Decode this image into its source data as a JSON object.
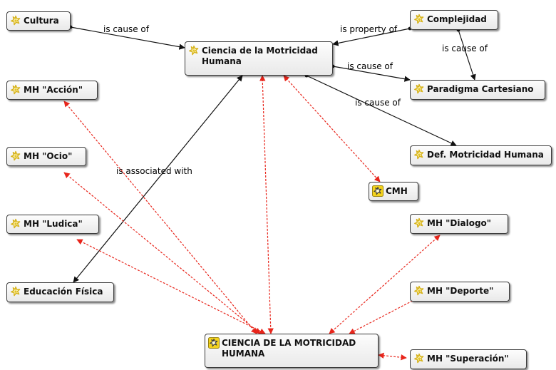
{
  "colors": {
    "association_edge": "#111111",
    "bidirectional_edge": "#e8251b",
    "node_border": "#3a3a3a",
    "icon_color": "#e3c52c",
    "quotation_icon_fill": "#f3d21c"
  },
  "nodes": {
    "cultura": {
      "label": "Cultura",
      "icon": "code-icon"
    },
    "complejidad": {
      "label": "Complejidad",
      "icon": "code-icon"
    },
    "ciencia": {
      "label": "Ciencia de la Motricidad Humana",
      "icon": "code-icon"
    },
    "accion": {
      "label": "MH \"Acción\"",
      "icon": "code-icon"
    },
    "paradigma": {
      "label": "Paradigma Cartesiano",
      "icon": "code-icon"
    },
    "ocio": {
      "label": "MH \"Ocio\"",
      "icon": "code-icon"
    },
    "def": {
      "label": "Def. Motricidad Humana",
      "icon": "code-icon"
    },
    "cmh": {
      "label": "CMH",
      "icon": "code-highlight-icon"
    },
    "ludica": {
      "label": "MH \"Ludica\"",
      "icon": "code-icon"
    },
    "dialogo": {
      "label": "MH \"Dialogo\"",
      "icon": "code-icon"
    },
    "educacion": {
      "label": "Educación Física",
      "icon": "code-icon"
    },
    "deporte": {
      "label": "MH \"Deporte\"",
      "icon": "code-icon"
    },
    "ciencia_upper": {
      "label": "CIENCIA DE LA MOTRICIDAD HUMANA",
      "icon": "code-highlight-icon"
    },
    "superacion": {
      "label": "MH \"Superación\"",
      "icon": "code-icon"
    }
  },
  "edges": [
    {
      "from": "cultura",
      "to": "ciencia",
      "label": "is cause of",
      "kind": "directed"
    },
    {
      "from": "complejidad",
      "to": "ciencia",
      "label": "is property of",
      "kind": "directed"
    },
    {
      "from": "complejidad",
      "to": "paradigma",
      "label": "is cause of",
      "kind": "directed"
    },
    {
      "from": "ciencia",
      "to": "paradigma",
      "label": "is cause of",
      "kind": "directed"
    },
    {
      "from": "ciencia",
      "to": "def",
      "label": "is cause of",
      "kind": "directed"
    },
    {
      "from": "educacion",
      "to": "ciencia",
      "label": "is associated with",
      "kind": "association"
    },
    {
      "from": "ciencia",
      "to": "cmh",
      "label": "",
      "kind": "bidirectional"
    },
    {
      "from": "ciencia",
      "to": "ciencia_upper",
      "label": "",
      "kind": "bidirectional"
    },
    {
      "from": "accion",
      "to": "ciencia_upper",
      "label": "",
      "kind": "bidirectional"
    },
    {
      "from": "ocio",
      "to": "ciencia_upper",
      "label": "",
      "kind": "bidirectional"
    },
    {
      "from": "ludica",
      "to": "ciencia_upper",
      "label": "",
      "kind": "bidirectional"
    },
    {
      "from": "dialogo",
      "to": "ciencia_upper",
      "label": "",
      "kind": "bidirectional"
    },
    {
      "from": "deporte",
      "to": "ciencia_upper",
      "label": "",
      "kind": "bidirectional"
    },
    {
      "from": "superacion",
      "to": "ciencia_upper",
      "label": "",
      "kind": "bidirectional"
    }
  ]
}
